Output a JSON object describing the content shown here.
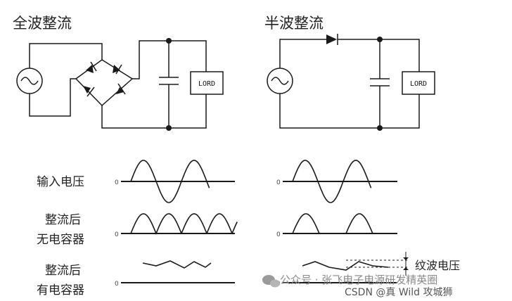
{
  "titles": {
    "full_wave": "全波整流",
    "half_wave": "半波整流"
  },
  "load_label": "LORD",
  "rows": {
    "input": "输入电压",
    "no_cap_line1": "整流后",
    "no_cap_line2": "无电容器",
    "with_cap_line1": "整流后",
    "with_cap_line2": "有电容器"
  },
  "zero_mark": "0",
  "ripple_label": "纹波电压",
  "watermark": {
    "wechat": "公众号 · 张飞电子电源研发精英圈",
    "csdn": "CSDN @真 Wild 攻城狮"
  },
  "colors": {
    "ink": "#1a1a1a",
    "watermark": "#8a8a8a"
  }
}
